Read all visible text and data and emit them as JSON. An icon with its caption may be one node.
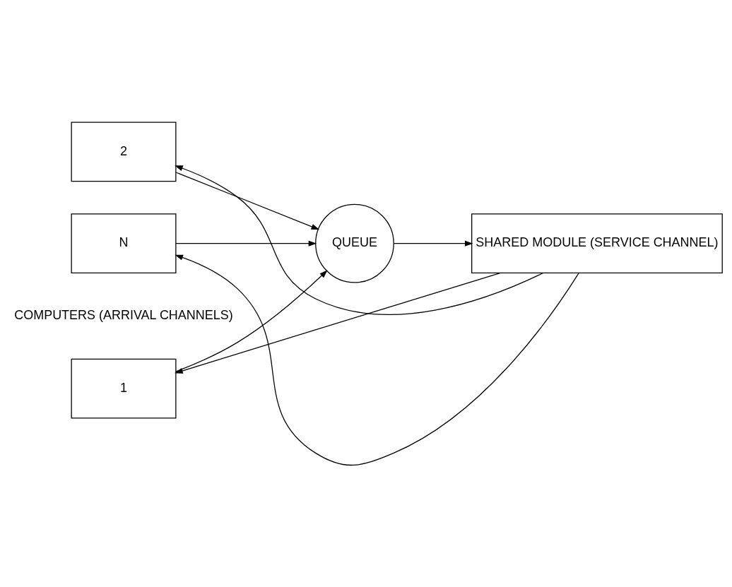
{
  "diagram": {
    "nodes": [
      {
        "text": [
          "1"
        ]
      },
      {
        "text": [
          "2"
        ]
      },
      {
        "text": [
          "N"
        ]
      },
      {
        "text": [
          "QUEUE"
        ]
      },
      {
        "text": [
          "SHARED MODULE (SERVICE CHANNEL)"
        ]
      }
    ],
    "edges": [
      {
        "from": 0,
        "to": 3,
        "arrow": "to"
      },
      {
        "from": 1,
        "to": 3,
        "arrow": "to"
      },
      {
        "from": 2,
        "to": 3,
        "arrow": "to"
      },
      {
        "from": 3,
        "to": 4,
        "arrow": "to"
      },
      {
        "from": 4,
        "to": 0,
        "arrow": "to"
      },
      {
        "from": 4,
        "to": 1,
        "arrow": "to"
      },
      {
        "from": 4,
        "to": 2,
        "arrow": "to"
      }
    ],
    "labels": [
      "COMPUTERS (ARRIVAL CHANNELS)"
    ]
  }
}
